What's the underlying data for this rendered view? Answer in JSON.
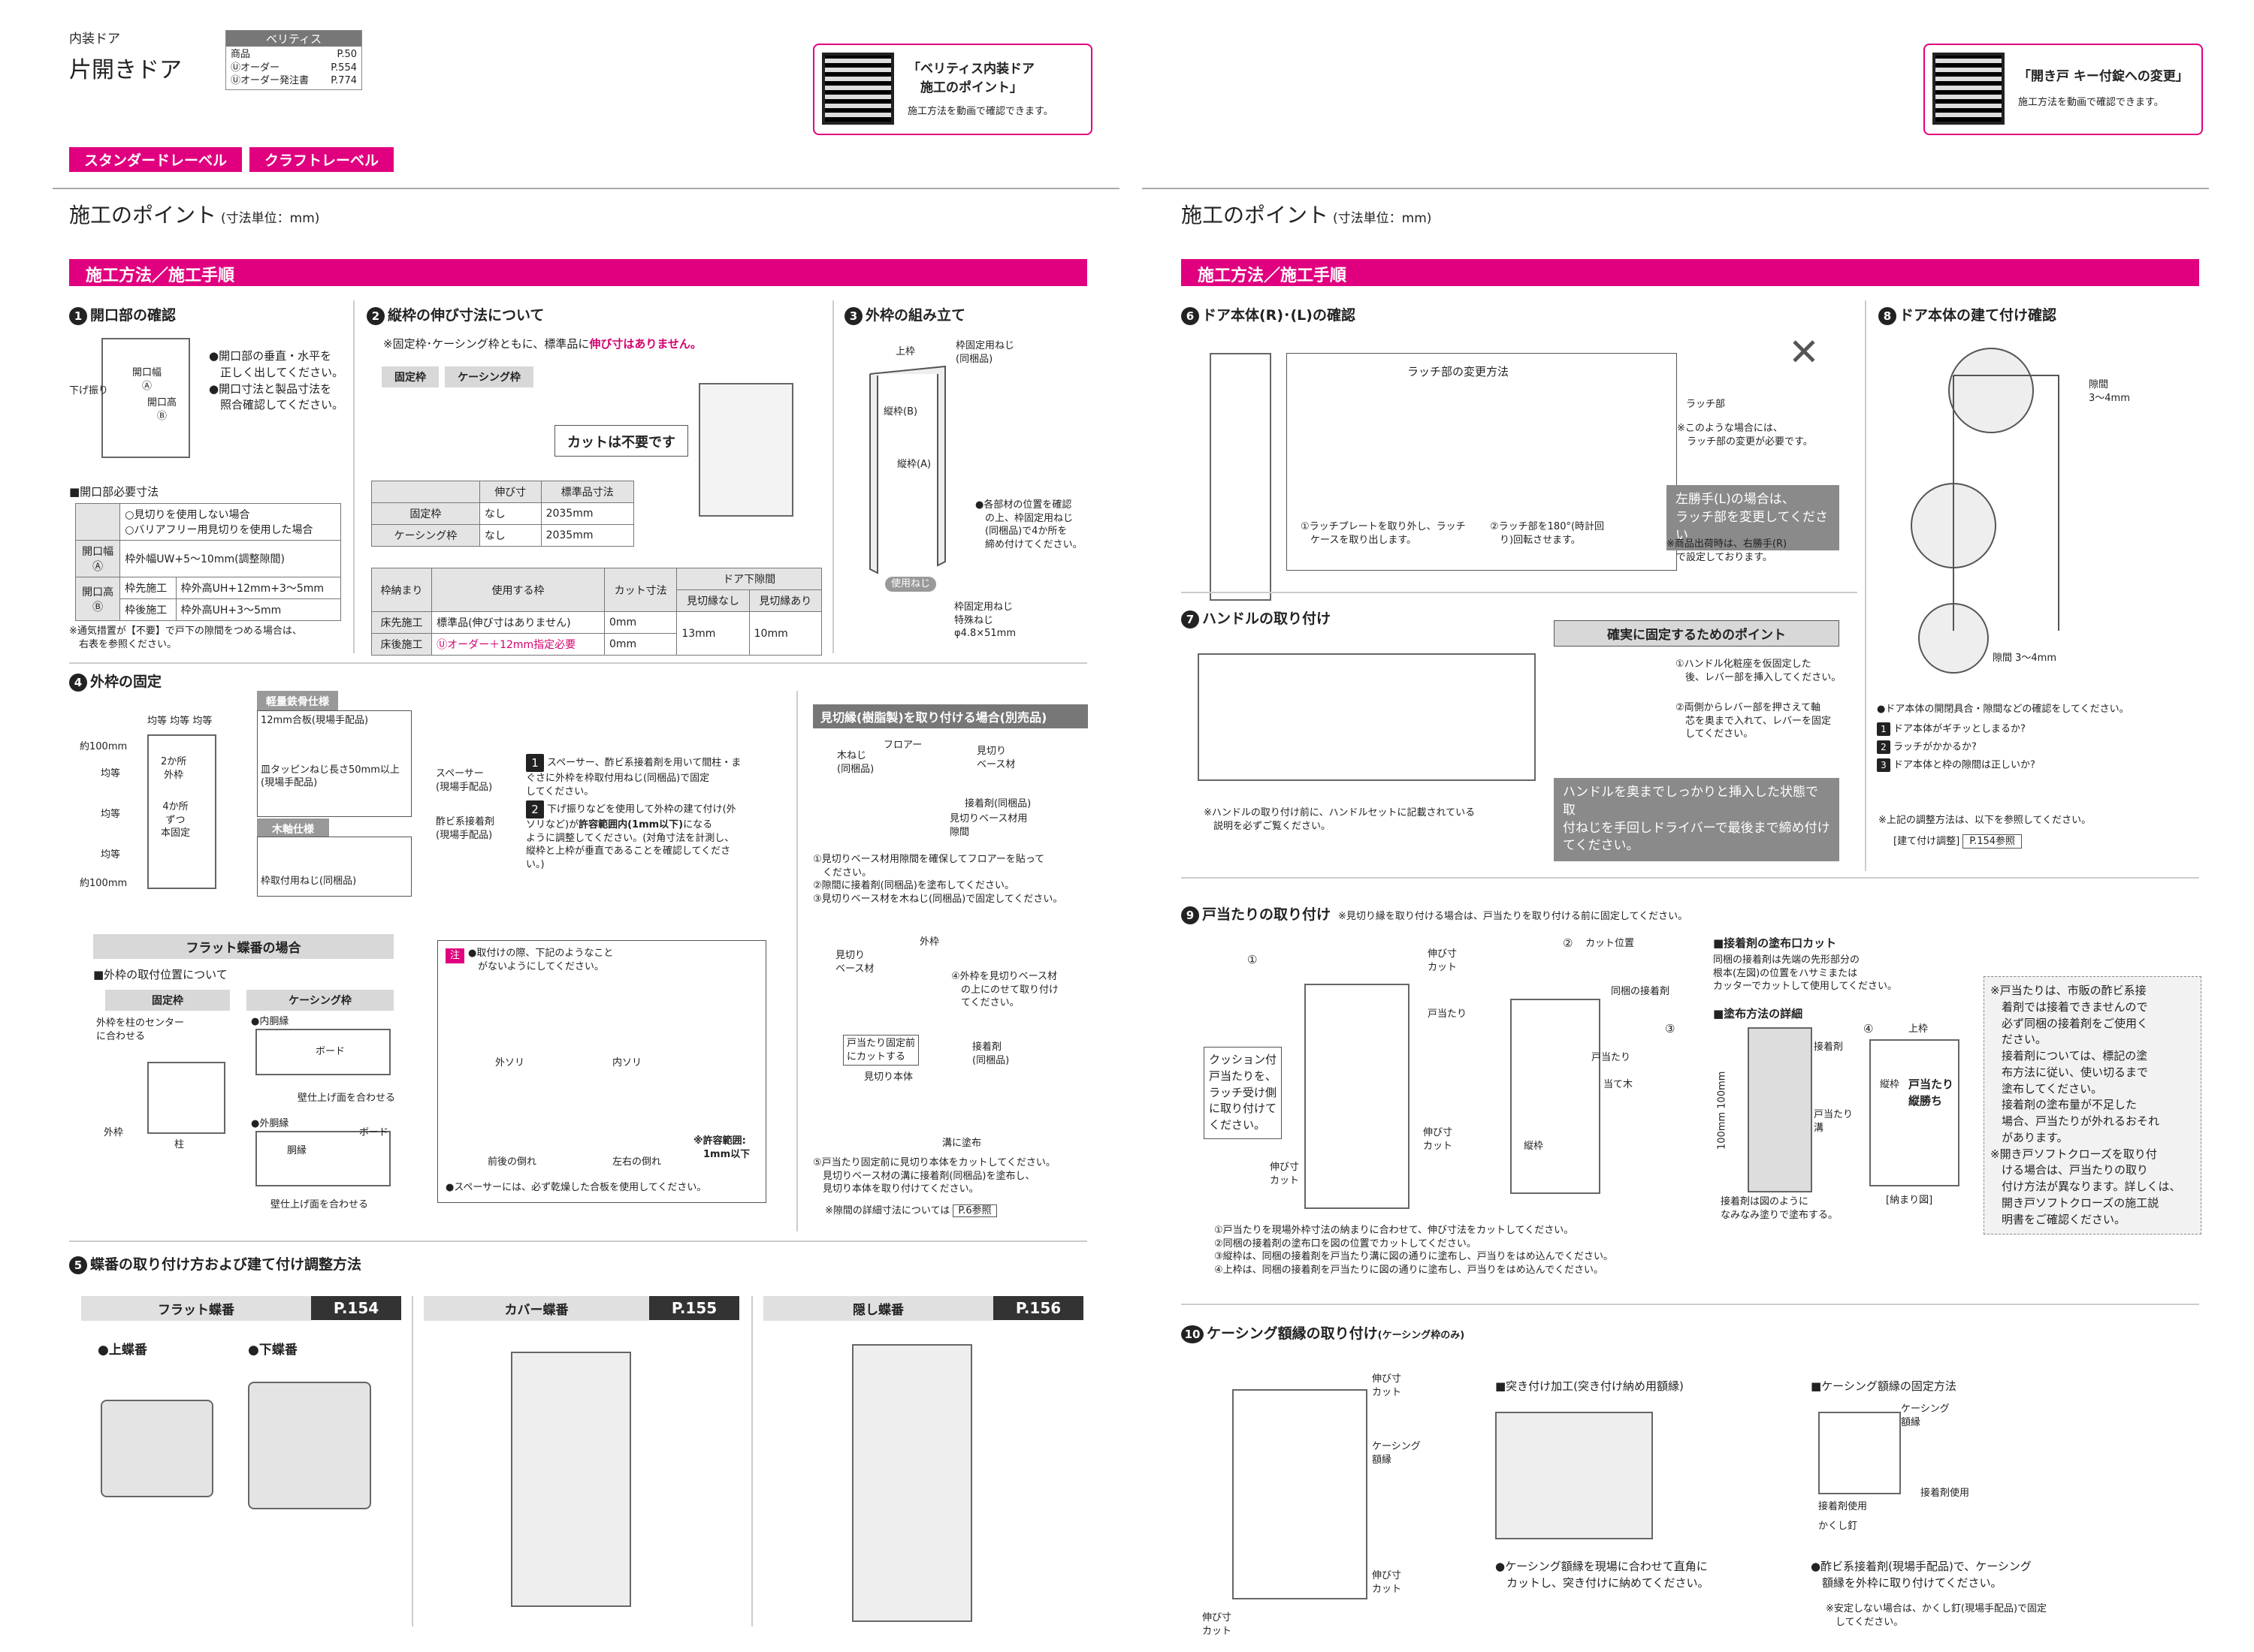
{
  "header": {
    "category": "内装ドア",
    "title": "片開きドア",
    "brand": "ベリティス",
    "refs": [
      {
        "label": "商品",
        "page": "P.50"
      },
      {
        "label": "Ⓤオーダー",
        "page": "P.554"
      },
      {
        "label": "Ⓤオーダー発注書",
        "page": "P.774"
      }
    ],
    "qr1": {
      "title": "「ベリティス内装ドア\n　施工のポイント」",
      "sub": "施工方法を動画で確認できます。"
    },
    "qr2": {
      "title": "「開き戸 キー付錠への変更」",
      "sub": "施工方法を動画で確認できます。"
    },
    "tags": [
      "スタンダードレーベル",
      "クラフトレーベル"
    ]
  },
  "left": {
    "heading": "施工のポイント",
    "unit": "(寸法単位：mm)",
    "bar": "施工方法／施工手順",
    "s1": {
      "title": "開口部の確認",
      "bullets": "●開口部の垂直・水平を\n　正しく出してください。\n●開口寸法と製品寸法を\n　照合確認してください。",
      "lbl_sage": "下げ振り",
      "lbl_w": "開口幅\nⒶ",
      "lbl_h": "開口高\nⒷ",
      "tbl_title": "■開口部必要寸法",
      "tbl_head": "○見切りを使用しない場合\n○バリアフリー用見切りを使用した場合",
      "r1k": "開口幅\nⒶ",
      "r1v": "枠外幅UW+5～10mm(調整隙間)",
      "r2k": "開口高\nⒷ",
      "r2a": "枠先施工",
      "r2av": "枠外高UH+12mm+3～5mm",
      "r2b": "枠後施工",
      "r2bv": "枠外高UH+3～5mm",
      "foot": "※通気措置が【不要】で戸下の隙間をつめる場合は、\n　右表を参照ください。"
    },
    "s2": {
      "title": "縦枠の伸び寸法について",
      "note_pre": "※固定枠･ケーシング枠ともに、標準品に",
      "note_pink": "伸び寸はありません。",
      "tabs": [
        "固定枠",
        "ケーシング枠"
      ],
      "callout": "カットは不要です",
      "t1": {
        "head": [
          "",
          "伸び寸",
          "標準品寸法"
        ],
        "rows": [
          [
            "固定枠",
            "なし",
            "2035mm"
          ],
          [
            "ケーシング枠",
            "なし",
            "2035mm"
          ]
        ]
      },
      "t2": {
        "head": [
          "枠納まり",
          "使用する枠",
          "カット寸法",
          "ドア下隙間"
        ],
        "sub": [
          "見切縁なし",
          "見切縁あり"
        ],
        "r1": [
          "床先施工",
          "標準品(伸び寸はありません)",
          "0mm"
        ],
        "r2": [
          "床後施工",
          "Ⓤオーダー＋12mm指定必要",
          "0mm"
        ],
        "gap1": "13mm",
        "gap2": "10mm"
      }
    },
    "s3": {
      "title": "外枠の組み立て",
      "l_top": "上枠",
      "l_fix": "枠固定用ねじ\n(同梱品)",
      "l_tb": "縦枠(B)",
      "l_ta": "縦枠(A)",
      "bullet": "●各部材の位置を確認\n　の上、枠固定用ねじ\n　(同梱品)で4か所を\n　締め付けてください。",
      "screw_tag": "使用ねじ",
      "screw": "枠固定用ねじ\n特殊ねじ\nφ4.8×51mm"
    },
    "s4": {
      "title": "外枠の固定",
      "dims": [
        "均等",
        "均等",
        "均等"
      ],
      "d100a": "約100mm",
      "d100b": "約100mm",
      "even1": "均等",
      "even2": "均等",
      "even3": "均等",
      "fix2": "2か所\n外枠",
      "fix4": "4か所\nずつ\n本固定",
      "light_t": "軽量鉄骨仕様",
      "light1": "12mm合板(現場手配品)",
      "light2": "皿タッピンねじ長さ50mm以上\n(現場手配品)",
      "spacer": "スペーサー\n(現場手配品)",
      "glue": "酢ビ系接着剤\n(現場手配品)",
      "wood_t": "木軸仕様",
      "wood1": "枠取付用ねじ(同梱品)",
      "step1": "スペーサー、酢ビ系接着剤を用いて間柱・ま\nぐさに外枠を枠取付用ねじ(同梱品)で固定\nしてください。",
      "step2a": "下げ振りなどを使用して外枠の建て付け(外\nソリなど)が",
      "step2b": "許容範囲内(1mm以下)",
      "step2c": "になる\nように調整してください。(対角寸法を計測し、\n縦枠と上枠が垂直であることを確認してくださ\nい。)",
      "flat_t": "フラット蝶番の場合",
      "flat_sub": "■外枠の取付位置について",
      "col1": "固定枠",
      "col2": "ケーシング枠",
      "fixlbl": "外枠を柱のセンター\nに合わせる",
      "outer": "外枠",
      "post": "柱",
      "inner_t": "●内胴縁",
      "board": "ボード",
      "wall1": "壁仕上げ面を合わせる",
      "outer_t": "●外胴縁",
      "fur": "胴縁",
      "board2": "ボード",
      "wall2": "壁仕上げ面を合わせる",
      "caution_tag": "注",
      "caution": "●取付けの際、下記のようなこと\n　がないようにしてください。",
      "w1": "外ソリ",
      "w2": "内ソリ",
      "w3": "前後の倒れ",
      "w4": "左右の倒れ",
      "allow": "※許容範囲:\n　1mm以下",
      "spacer_note": "●スペーサーには、必ず乾燥した合板を使用してください。"
    },
    "mk": {
      "title": "見切縁(樹脂製)を取り付ける場合(別売品)",
      "l1": "木ねじ\n(同梱品)",
      "l2": "フロアー",
      "l3": "見切り\nベース材",
      "l4": "接着剤(同梱品)",
      "l5": "見切りベース材用\n隙間",
      "steps1": "①見切りベース材用隙間を確保してフロアーを貼って\n　ください。\n②隙間に接着剤(同梱品)を塗布してください。\n③見切りベース材を木ねじ(同梱品)で固定してください。",
      "l6": "見切り\nベース材",
      "l7": "外枠",
      "l8": "④外枠を見切りベース材\n　の上にのせて取り付け\n　てください。",
      "l9": "戸当たり固定前\nにカットする",
      "l10": "見切り本体",
      "l11": "接着剤\n(同梱品)",
      "l12": "溝に塗布",
      "steps2": "⑤戸当たり固定前に見切り本体をカットしてください。\n　見切りベース材の溝に接着剤(同梱品)を塗布し、\n　見切り本体を取り付けてください。",
      "foot": "※隙間の詳細寸法については",
      "ref": "P.6参照"
    },
    "s5": {
      "title": "蝶番の取り付け方および建て付け調整方法",
      "h1": "フラット蝶番",
      "p1": "P.154",
      "h2": "カバー蝶番",
      "p2": "P.155",
      "h3": "隠し蝶番",
      "p3": "P.156",
      "top": "●上蝶番",
      "bottom": "●下蝶番"
    }
  },
  "right": {
    "heading": "施工のポイント",
    "unit": "(寸法単位：mm)",
    "bar": "施工方法／施工手順",
    "s6": {
      "title": "ドア本体(R)･(L)の確認",
      "latch_t": "ラッチ部の変更方法",
      "st1": "①ラッチプレートを取り外し、ラッチ\n　ケースを取り出します。",
      "st2": "②ラッチ部を180°(時計回\n　り)回転させます。",
      "latch": "ラッチ部",
      "note1": "※このような場合には、\n　ラッチ部の変更が必要です。",
      "gbox": "左勝手(L)の場合は、\nラッチ部を変更してください",
      "note2": "※商品出荷時は、右勝手(R)\n　で設定しております。"
    },
    "s7": {
      "title": "ハンドルの取り付け",
      "point_t": "確実に固定するためのポイント",
      "p1": "①ハンドル化粧座を仮固定した\n　後、レバー部を挿入してください。",
      "p2": "②両側からレバー部を押さえて軸\n　芯を奥まで入れて、レバーを固定\n　してください。",
      "note": "※ハンドルの取り付け前に、ハンドルセットに記載されている\n　説明を必ずご覧ください。",
      "gbox": "ハンドルを奥までしっかりと挿入した状態で取\n付ねじを手回しドライバーで最後まで締め付け\nてください。"
    },
    "s8": {
      "title": "ドア本体の建て付け確認",
      "gap1": "隙間\n3～4mm",
      "gap2": "隙間 3～4mm",
      "check": "●ドア本体の開閉具合・隙間などの確認をしてください。",
      "c1": "ドア本体がギチッとしまるか?",
      "c2": "ラッチがかかるか?",
      "c3": "ドア本体と枠の隙間は正しいか?",
      "note": "※上記の調整方法は、以下を参照してください。",
      "ref_l": "[建て付け調整]",
      "ref": "P.154参照"
    },
    "s9": {
      "title": "戸当たりの取り付け",
      "sub": "※見切り縁を取り付ける場合は、戸当たりを取り付ける前に固定してください。",
      "n1": "①",
      "n2": "②",
      "n3": "③",
      "n4": "④",
      "cut1": "伸び寸\nカット",
      "stop": "戸当たり",
      "cushion": "クッション付\n戸当たりを、\nラッチ受け側\nに取り付けて\nください。",
      "cut2": "伸び寸\nカット",
      "cut3": "伸び寸\nカット",
      "cutpos": "カット位置",
      "glue": "同梱の接着剤",
      "stop2": "戸当たり",
      "block": "当て木",
      "tate": "縦枠",
      "adh_t": "■接着剤の塗布口カット",
      "adh": "同梱の接着剤は先端の先形部分の\n根本(左図)の位置をハサミまたは\nカッターでカットして使用してください。",
      "coat_t": "■塗布方法の詳細",
      "c_glue": "接着剤",
      "c_groove": "戸当たり\n溝",
      "c_dim": "100mm 100mm",
      "c_foot": "接着剤は図のように\nなみなみ塗りで塗布する。",
      "top": "上枠",
      "tate2": "縦枠",
      "win": "戸当たり\n縦勝ち",
      "osamari": "[納まり図]",
      "steps": "①戸当たりを現場外枠寸法の納まりに合わせて、伸び寸法をカットしてください。\n②同梱の接着剤の塗布口を図の位置でカットしてください。\n③縦枠は、同梱の接着剤を戸当たり溝に図の通りに塗布し、戸当りをはめ込んでください。\n④上枠は、同梱の接着剤を戸当たりに図の通りに塗布し、戸当りをはめ込んでください。",
      "side": "※戸当たりは、市販の酢ビ系接\n　着剤では接着できませんので\n　必ず同梱の接着剤をご使用く\n　ださい。\n　接着剤については、標記の塗\n　布方法に従い、使い切るまで\n　塗布してください。\n　接着剤の塗布量が不足した\n　場合、戸当たりが外れるおそれ\n　があります。\n※開き戸ソフトクローズを取り付\n　ける場合は、戸当たりの取り\n　付け方法が異なります。詳しくは、\n　開き戸ソフトクローズの施工説\n　明書をご確認ください。"
    },
    "s10": {
      "title": "ケーシング額縁の取り付け",
      "sub": "(ケーシング枠のみ)",
      "cut1": "伸び寸\nカット",
      "cas": "ケーシング\n額縁",
      "cut2": "伸び寸\nカット",
      "cut3": "伸び寸\nカット",
      "butt_t": "■突き付け加工(突き付け納め用額縁)",
      "butt": "●ケーシング額縁を現場に合わせて直角に\n　カットし、突き付けに納めてください。",
      "fix_t": "■ケーシング額縁の固定方法",
      "f_cas": "ケーシング\n額縁",
      "f_glue1": "接着剤使用",
      "f_glue2": "接着剤使用",
      "f_nail": "かくし釘",
      "fix": "●酢ビ系接着剤(現場手配品)で、ケーシング\n　額縁を外枠に取り付けてください。",
      "fixn": "※安定しない場合は、かくし釘(現場手配品)で固定\n　してください。"
    }
  }
}
